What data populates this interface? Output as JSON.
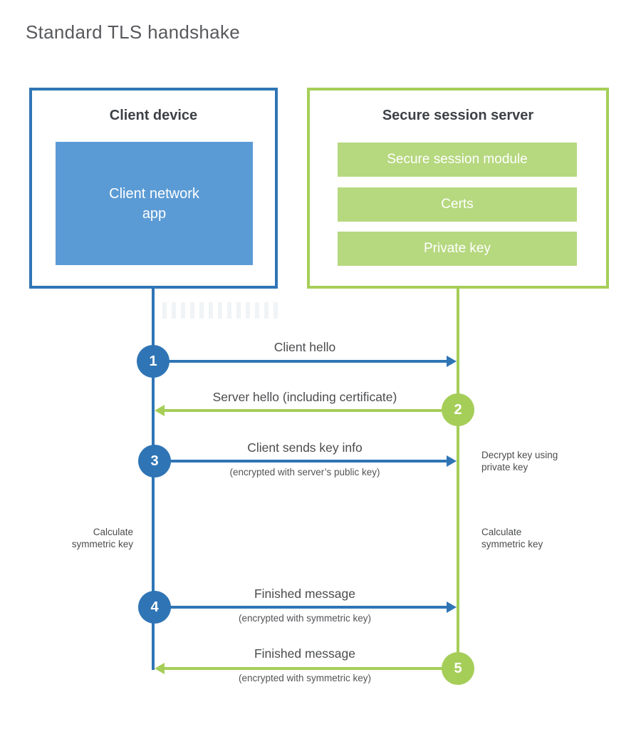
{
  "title": "Standard TLS handshake",
  "colors": {
    "blue": "#2f75b5",
    "light_blue": "#5b9bd5",
    "green": "#a5ce58",
    "light_green": "#b6d87f",
    "heading_text": "#3d4145",
    "label_text": "#4b4c4e",
    "title_text": "#58595c"
  },
  "client": {
    "title": "Client device",
    "app_label": "Client network\napp"
  },
  "server": {
    "title": "Secure session server",
    "modules": [
      "Secure session module",
      "Certs",
      "Private key"
    ]
  },
  "steps": [
    {
      "num": "1",
      "label": "Client hello",
      "direction": "client-to-server"
    },
    {
      "num": "2",
      "label": "Server hello (including certificate)",
      "direction": "server-to-client"
    },
    {
      "num": "3",
      "label": "Client sends key info",
      "sublabel": "(encrypted with server’s public key)",
      "direction": "client-to-server"
    },
    {
      "num": "4",
      "label": "Finished message",
      "sublabel": "(encrypted with symmetric key)",
      "direction": "client-to-server"
    },
    {
      "num": "5",
      "label": "Finished message",
      "sublabel": "(encrypted with symmetric key)",
      "direction": "server-to-client"
    }
  ],
  "annotations": {
    "decrypt_key": "Decrypt key using\nprivate key",
    "calculate_left": "Calculate\nsymmetric key",
    "calculate_right": "Calculate\nsymmetric key"
  }
}
